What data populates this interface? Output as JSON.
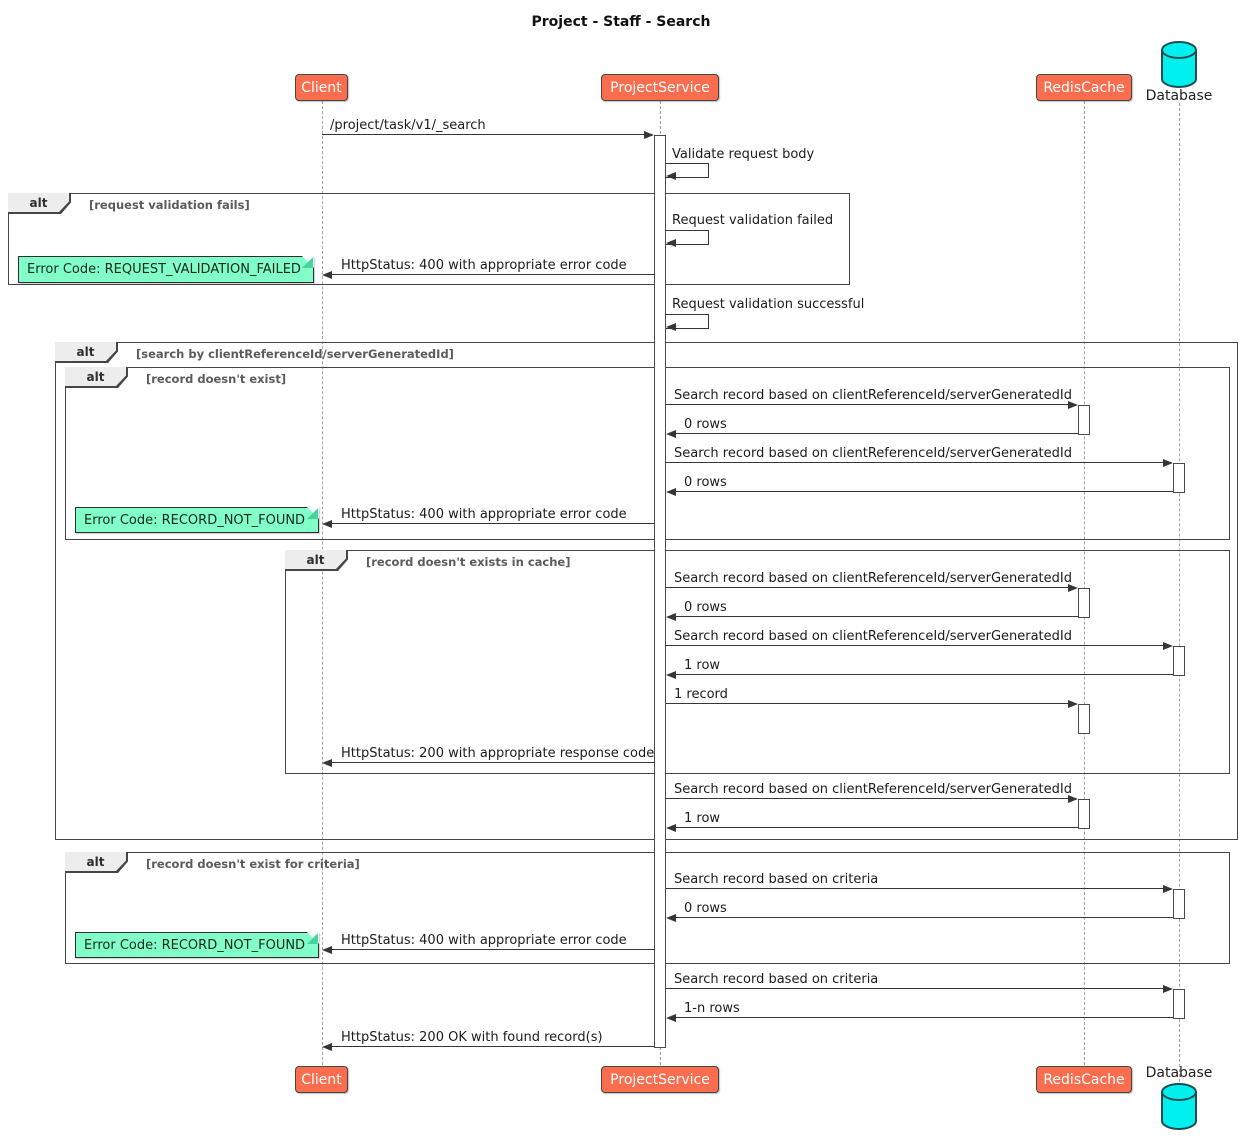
{
  "title": "Project - Staff - Search",
  "participants": [
    {
      "name": "Client"
    },
    {
      "name": "ProjectService"
    },
    {
      "name": "RedisCache"
    },
    {
      "name": "Database"
    }
  ],
  "frames": [
    {
      "operator": "alt",
      "condition": "[request validation fails]"
    },
    {
      "operator": "alt",
      "condition": "[search by clientReferenceId/serverGeneratedId]"
    },
    {
      "operator": "alt",
      "condition": "[record doesn't exist]"
    },
    {
      "operator": "alt",
      "condition": "[record doesn't exists in cache]"
    },
    {
      "operator": "alt",
      "condition": "[record doesn't exist for criteria]"
    }
  ],
  "notes": [
    {
      "text": "Error Code: REQUEST_VALIDATION_FAILED"
    },
    {
      "text": "Error Code: RECORD_NOT_FOUND"
    },
    {
      "text": "Error Code: RECORD_NOT_FOUND"
    }
  ],
  "messages": [
    {
      "text": "/project/task/v1/_search",
      "from": "Client",
      "to": "ProjectService"
    },
    {
      "text": "Validate request body",
      "from": "ProjectService",
      "to": "ProjectService"
    },
    {
      "text": "Request validation failed",
      "from": "ProjectService",
      "to": "ProjectService"
    },
    {
      "text": "HttpStatus: 400 with appropriate error code",
      "from": "ProjectService",
      "to": "Client"
    },
    {
      "text": "Request validation successful",
      "from": "ProjectService",
      "to": "ProjectService"
    },
    {
      "text": "Search record based on clientReferenceId/serverGeneratedId",
      "from": "ProjectService",
      "to": "RedisCache"
    },
    {
      "text": "0 rows",
      "from": "RedisCache",
      "to": "ProjectService"
    },
    {
      "text": "Search record based on clientReferenceId/serverGeneratedId",
      "from": "ProjectService",
      "to": "Database"
    },
    {
      "text": "0 rows",
      "from": "Database",
      "to": "ProjectService"
    },
    {
      "text": "HttpStatus: 400 with appropriate error code",
      "from": "ProjectService",
      "to": "Client"
    },
    {
      "text": "Search record based on clientReferenceId/serverGeneratedId",
      "from": "ProjectService",
      "to": "RedisCache"
    },
    {
      "text": "0 rows",
      "from": "RedisCache",
      "to": "ProjectService"
    },
    {
      "text": "Search record based on clientReferenceId/serverGeneratedId",
      "from": "ProjectService",
      "to": "Database"
    },
    {
      "text": "1 row",
      "from": "Database",
      "to": "ProjectService"
    },
    {
      "text": "1 record",
      "from": "ProjectService",
      "to": "RedisCache"
    },
    {
      "text": "HttpStatus: 200 with appropriate response code",
      "from": "ProjectService",
      "to": "Client"
    },
    {
      "text": "Search record based on clientReferenceId/serverGeneratedId",
      "from": "ProjectService",
      "to": "RedisCache"
    },
    {
      "text": "1 row",
      "from": "RedisCache",
      "to": "ProjectService"
    },
    {
      "text": "Search record based on criteria",
      "from": "ProjectService",
      "to": "Database"
    },
    {
      "text": "0 rows",
      "from": "Database",
      "to": "ProjectService"
    },
    {
      "text": "HttpStatus: 400 with appropriate error code",
      "from": "ProjectService",
      "to": "Client"
    },
    {
      "text": "Search record based on criteria",
      "from": "ProjectService",
      "to": "Database"
    },
    {
      "text": "1-n rows",
      "from": "Database",
      "to": "ProjectService"
    },
    {
      "text": "HttpStatus: 200 OK with found record(s)",
      "from": "ProjectService",
      "to": "Client"
    }
  ],
  "colors": {
    "participant_fill": "#fa6d4f",
    "participant_border": "#454645",
    "note_fill": "#82ffc8",
    "note_fold": "#45d49c",
    "cylinder_fill": "#00f0f0",
    "cylinder_border": "#1f4d4d",
    "frame_border": "#454645",
    "tab_fill": "#ededed",
    "cond_color": "#5b5b5b",
    "line_color": "#363636",
    "lifeline_color": "#a4a4a4",
    "text_color": "#1c1c1c"
  }
}
